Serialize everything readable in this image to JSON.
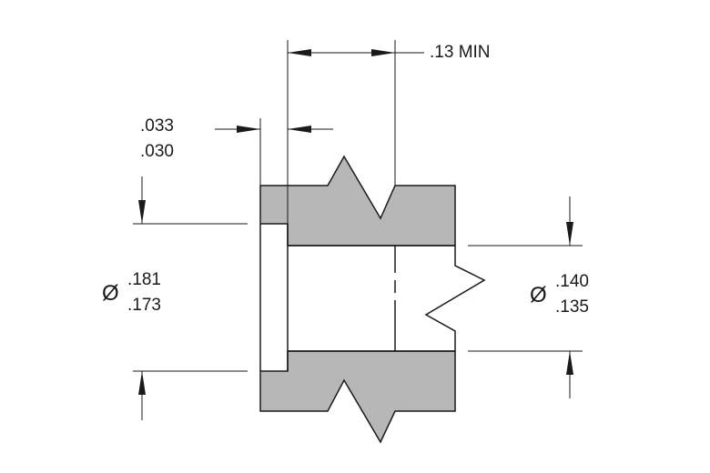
{
  "dimensions": {
    "min_length": ".13 MIN",
    "step_depth": {
      "upper": ".033",
      "lower": ".030"
    },
    "counterbore_diameter": {
      "symbol": "Ø",
      "upper": ".181",
      "lower": ".173"
    },
    "bore_diameter": {
      "symbol": "Ø",
      "upper": ".140",
      "lower": ".135"
    }
  },
  "colors": {
    "section_fill": "#b7b7b7",
    "line": "#1a1a1a",
    "background": "#ffffff"
  }
}
